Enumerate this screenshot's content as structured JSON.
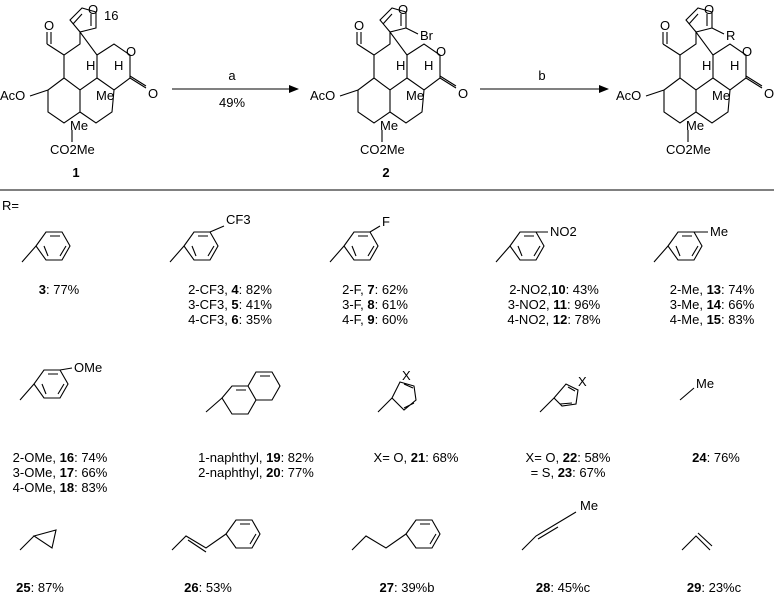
{
  "reaction": {
    "step_a": {
      "label": "a",
      "yield": "49%"
    },
    "step_b": {
      "label": "b"
    }
  },
  "compounds": {
    "c1": {
      "label": "1",
      "pos16": "16"
    },
    "c2": {
      "label": "2",
      "subst": "Br"
    },
    "c3": {
      "subst": "R"
    }
  },
  "atoms": {
    "acetoxy": "AcO",
    "methyl": "Me",
    "ester": "CO2Me",
    "o": "O",
    "h": "H"
  },
  "r_label": "R=",
  "substituents": {
    "cf3": "CF3",
    "f": "F",
    "no2": "NO2",
    "me": "Me",
    "ome": "OMe",
    "x": "X"
  },
  "entries": [
    {
      "id": "e3",
      "lines": [
        [
          "",
          "3",
          ": 77%"
        ]
      ]
    },
    {
      "id": "e4",
      "lines": [
        [
          "2-CF3, ",
          "4",
          ": 82%"
        ],
        [
          "3-CF3, ",
          "5",
          ": 41%"
        ],
        [
          "4-CF3, ",
          "6",
          ": 35%"
        ]
      ]
    },
    {
      "id": "e7",
      "lines": [
        [
          "2-F, ",
          "7",
          ": 62%"
        ],
        [
          "3-F, ",
          "8",
          ": 61%"
        ],
        [
          "4-F, ",
          "9",
          ": 60%"
        ]
      ]
    },
    {
      "id": "e10",
      "lines": [
        [
          "2-NO2,",
          "10",
          ": 43%"
        ],
        [
          "3-NO2, ",
          "11",
          ": 96%"
        ],
        [
          "4-NO2, ",
          "12",
          ": 78%"
        ]
      ]
    },
    {
      "id": "e13",
      "lines": [
        [
          "2-Me, ",
          "13",
          ": 74%"
        ],
        [
          "3-Me, ",
          "14",
          ": 66%"
        ],
        [
          "4-Me, ",
          "15",
          ": 83%"
        ]
      ]
    },
    {
      "id": "e16",
      "lines": [
        [
          "2-OMe, ",
          "16",
          ": 74%"
        ],
        [
          "3-OMe, ",
          "17",
          ": 66%"
        ],
        [
          "4-OMe, ",
          "18",
          ": 83%"
        ]
      ]
    },
    {
      "id": "e19",
      "lines": [
        [
          "1-naphthyl, ",
          "19",
          ": 82%"
        ],
        [
          "2-naphthyl, ",
          "20",
          ": 77%"
        ]
      ]
    },
    {
      "id": "e21",
      "lines": [
        [
          "X= O, ",
          "21",
          ": 68%"
        ]
      ]
    },
    {
      "id": "e22",
      "lines": [
        [
          "X= O, ",
          "22",
          ": 58%"
        ],
        [
          "= S, ",
          "23",
          ": 67%"
        ]
      ]
    },
    {
      "id": "e24",
      "lines": [
        [
          "",
          "24",
          ": 76%"
        ]
      ]
    },
    {
      "id": "e25",
      "lines": [
        [
          "",
          "25",
          ": 87%"
        ]
      ]
    },
    {
      "id": "e26",
      "lines": [
        [
          "",
          "26",
          ": 53%"
        ]
      ]
    },
    {
      "id": "e27",
      "lines": [
        [
          "",
          "27",
          ": 39%b"
        ]
      ]
    },
    {
      "id": "e28",
      "lines": [
        [
          "",
          "28",
          ": 45%c"
        ]
      ]
    },
    {
      "id": "e29",
      "lines": [
        [
          "",
          "29",
          ": 23%c"
        ]
      ]
    }
  ]
}
